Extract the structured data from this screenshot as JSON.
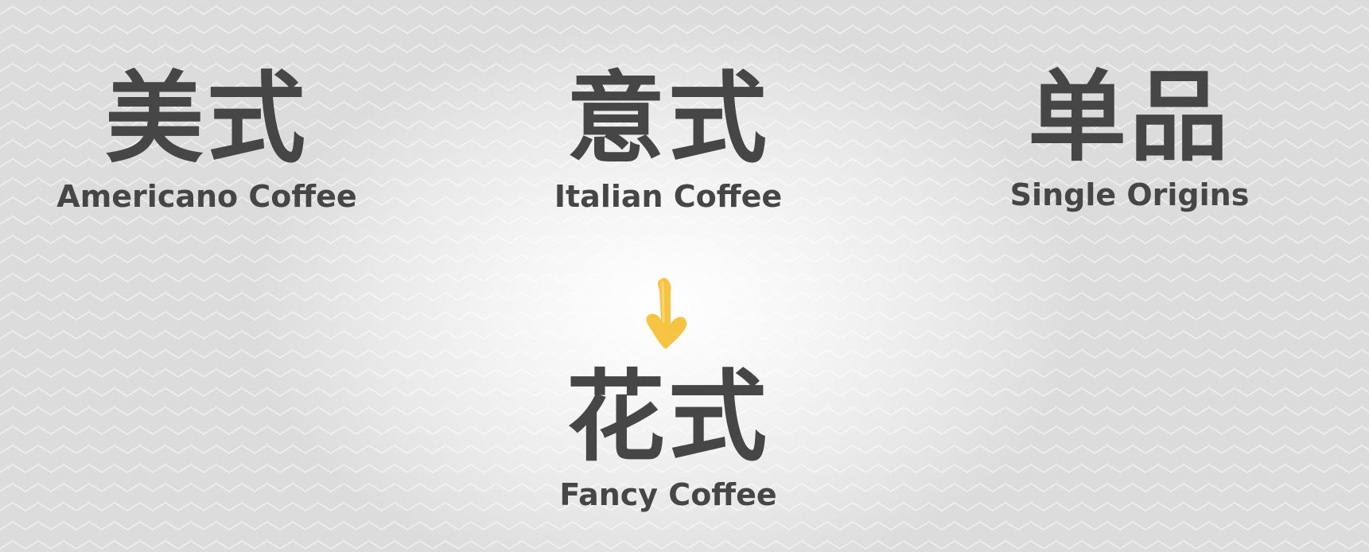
{
  "colors": {
    "text": "#464646",
    "accent": "#F7C342",
    "background_center": "#ffffff",
    "background_edge": "#dcdcdc"
  },
  "categories": [
    {
      "chinese": "美式",
      "english": "Americano Coffee"
    },
    {
      "chinese": "意式",
      "english": "Italian Coffee"
    },
    {
      "chinese": "单品",
      "english": "Single Origins"
    },
    {
      "chinese": "花式",
      "english": "Fancy Coffee"
    }
  ],
  "arrow_icon": "arrow-down-icon"
}
